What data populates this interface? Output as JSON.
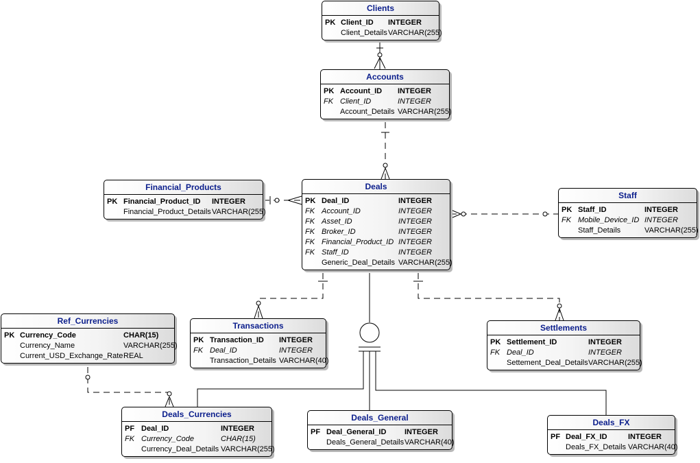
{
  "entities": [
    {
      "title": "Clients",
      "attributes": [
        {
          "key": "PK",
          "name": "Client_ID",
          "type": "INTEGER"
        },
        {
          "key": "",
          "name": "Client_Details",
          "type": "VARCHAR(255)"
        }
      ]
    },
    {
      "title": "Accounts",
      "attributes": [
        {
          "key": "PK",
          "name": "Account_ID",
          "type": "INTEGER"
        },
        {
          "key": "FK",
          "name": "Client_ID",
          "type": "INTEGER"
        },
        {
          "key": "",
          "name": "Account_Details",
          "type": "VARCHAR(255)"
        }
      ]
    },
    {
      "title": "Financial_Products",
      "attributes": [
        {
          "key": "PK",
          "name": "Financial_Product_ID",
          "type": "INTEGER"
        },
        {
          "key": "",
          "name": "Financial_Product_Details",
          "type": "VARCHAR(255)"
        }
      ]
    },
    {
      "title": "Deals",
      "attributes": [
        {
          "key": "PK",
          "name": "Deal_ID",
          "type": "INTEGER"
        },
        {
          "key": "FK",
          "name": "Account_ID",
          "type": "INTEGER"
        },
        {
          "key": "FK",
          "name": "Asset_ID",
          "type": "INTEGER"
        },
        {
          "key": "FK",
          "name": "Broker_ID",
          "type": "INTEGER"
        },
        {
          "key": "FK",
          "name": "Financial_Product_ID",
          "type": "INTEGER"
        },
        {
          "key": "FK",
          "name": "Staff_ID",
          "type": "INTEGER"
        },
        {
          "key": "",
          "name": "Generic_Deal_Details",
          "type": "VARCHAR(255)"
        }
      ]
    },
    {
      "title": "Staff",
      "attributes": [
        {
          "key": "PK",
          "name": "Staff_ID",
          "type": "INTEGER"
        },
        {
          "key": "FK",
          "name": "Mobile_Device_ID",
          "type": "INTEGER"
        },
        {
          "key": "",
          "name": "Staff_Details",
          "type": "VARCHAR(255)"
        }
      ]
    },
    {
      "title": "Ref_Currencies",
      "attributes": [
        {
          "key": "PK",
          "name": "Currency_Code",
          "type": "CHAR(15)"
        },
        {
          "key": "",
          "name": "Currency_Name",
          "type": "VARCHAR(255)"
        },
        {
          "key": "",
          "name": "Current_USD_Exchange_Rate",
          "type": "REAL"
        }
      ]
    },
    {
      "title": "Transactions",
      "attributes": [
        {
          "key": "PK",
          "name": "Transaction_ID",
          "type": "INTEGER"
        },
        {
          "key": "FK",
          "name": "Deal_ID",
          "type": "INTEGER"
        },
        {
          "key": "",
          "name": "Transaction_Details",
          "type": "VARCHAR(40)"
        }
      ]
    },
    {
      "title": "Settlements",
      "attributes": [
        {
          "key": "PK",
          "name": "Settlement_ID",
          "type": "INTEGER"
        },
        {
          "key": "FK",
          "name": "Deal_ID",
          "type": "INTEGER"
        },
        {
          "key": "",
          "name": "Settement_Deal_Details",
          "type": "VARCHAR(255)"
        }
      ]
    },
    {
      "title": "Deals_Currencies",
      "attributes": [
        {
          "key": "PF",
          "name": "Deal_ID",
          "type": "INTEGER"
        },
        {
          "key": "FK",
          "name": "Currency_Code",
          "type": "CHAR(15)"
        },
        {
          "key": "",
          "name": "Currency_Deal_Details",
          "type": "VARCHAR(255)"
        }
      ]
    },
    {
      "title": "Deals_General",
      "attributes": [
        {
          "key": "PF",
          "name": "Deal_General_ID",
          "type": "INTEGER"
        },
        {
          "key": "",
          "name": "Deals_General_Details",
          "type": "VARCHAR(40)"
        }
      ]
    },
    {
      "title": "Deals_FX",
      "attributes": [
        {
          "key": "PF",
          "name": "Deal_FX_ID",
          "type": "INTEGER"
        },
        {
          "key": "",
          "name": "Deals_FX_Details",
          "type": "VARCHAR(40)"
        }
      ]
    }
  ],
  "relationships": [
    {
      "from": "Clients",
      "to": "Accounts"
    },
    {
      "from": "Accounts",
      "to": "Deals"
    },
    {
      "from": "Financial_Products",
      "to": "Deals"
    },
    {
      "from": "Staff",
      "to": "Deals"
    },
    {
      "from": "Deals",
      "to": "Transactions"
    },
    {
      "from": "Deals",
      "to": "Settlements"
    },
    {
      "from": "Ref_Currencies",
      "to": "Deals_Currencies"
    },
    {
      "from": "Deals",
      "to": "Deals_Currencies",
      "subtype": true
    },
    {
      "from": "Deals",
      "to": "Deals_General",
      "subtype": true
    },
    {
      "from": "Deals",
      "to": "Deals_FX",
      "subtype": true
    }
  ]
}
